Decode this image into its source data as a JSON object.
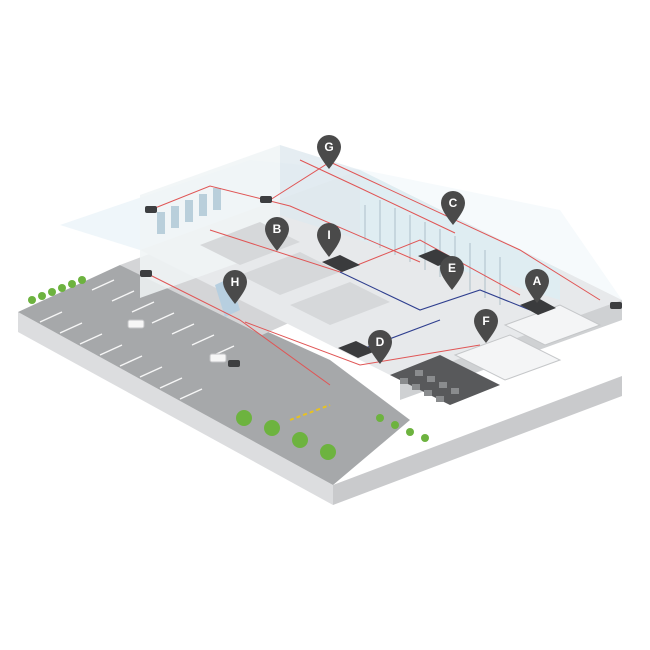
{
  "markers": [
    {
      "id": "A",
      "label": "A"
    },
    {
      "id": "B",
      "label": "B"
    },
    {
      "id": "C",
      "label": "C"
    },
    {
      "id": "D",
      "label": "D"
    },
    {
      "id": "E",
      "label": "E"
    },
    {
      "id": "F",
      "label": "F"
    },
    {
      "id": "G",
      "label": "G"
    },
    {
      "id": "H",
      "label": "H"
    },
    {
      "id": "I",
      "label": "I"
    }
  ],
  "colors": {
    "marker": "#4a4a4a",
    "marker_text": "#ffffff",
    "wire_red": "#e05555",
    "wire_blue": "#2f3f8f",
    "floor": "#e6e8ea",
    "parking": "#a4a6a8",
    "glass": "#dceef5",
    "tree": "#6db33f",
    "base": "#f2f3f4"
  },
  "icons": [
    "map-pin-icon",
    "security-camera-icon",
    "network-switch-icon",
    "tree-icon",
    "car-icon",
    "barrier-gate-icon"
  ]
}
